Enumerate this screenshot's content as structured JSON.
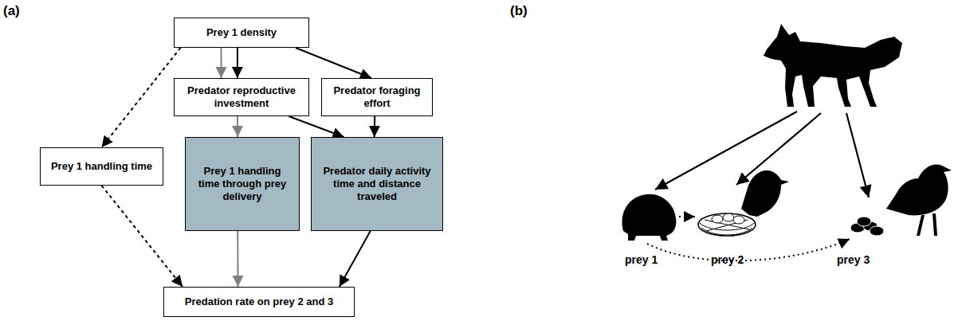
{
  "diagram": {
    "nodes": [
      {
        "text": [
          "Prey 1 density"
        ]
      },
      {
        "text": [
          "Predator reproductive investment"
        ]
      },
      {
        "text": [
          "Predator foraging effort"
        ]
      },
      {
        "text": [
          "Prey 1 handling time"
        ]
      },
      {
        "text": [
          "Prey 1 handling time through prey delivery"
        ]
      },
      {
        "text": [
          "Predator daily activity time and distance traveled"
        ]
      },
      {
        "text": [
          "Predation rate on prey 2 and 3"
        ]
      }
    ],
    "edges": [
      {
        "from": 0,
        "to": 1,
        "arrow": "to"
      },
      {
        "from": 0,
        "to": 1,
        "arrow": "to"
      },
      {
        "from": 0,
        "to": 2,
        "arrow": "to"
      },
      {
        "from": 0,
        "to": 3,
        "arrow": "to"
      },
      {
        "from": 1,
        "to": 4,
        "arrow": "to"
      },
      {
        "from": 1,
        "to": 5,
        "arrow": "to"
      },
      {
        "from": 2,
        "to": 5,
        "arrow": "to"
      },
      {
        "from": 3,
        "to": 6,
        "arrow": "to"
      },
      {
        "from": 4,
        "to": 6,
        "arrow": "to"
      },
      {
        "from": 5,
        "to": 6,
        "arrow": "to"
      }
    ],
    "labels": [
      "(a)",
      "(b)",
      "prey 1",
      "prey 2",
      "prey 3"
    ]
  }
}
